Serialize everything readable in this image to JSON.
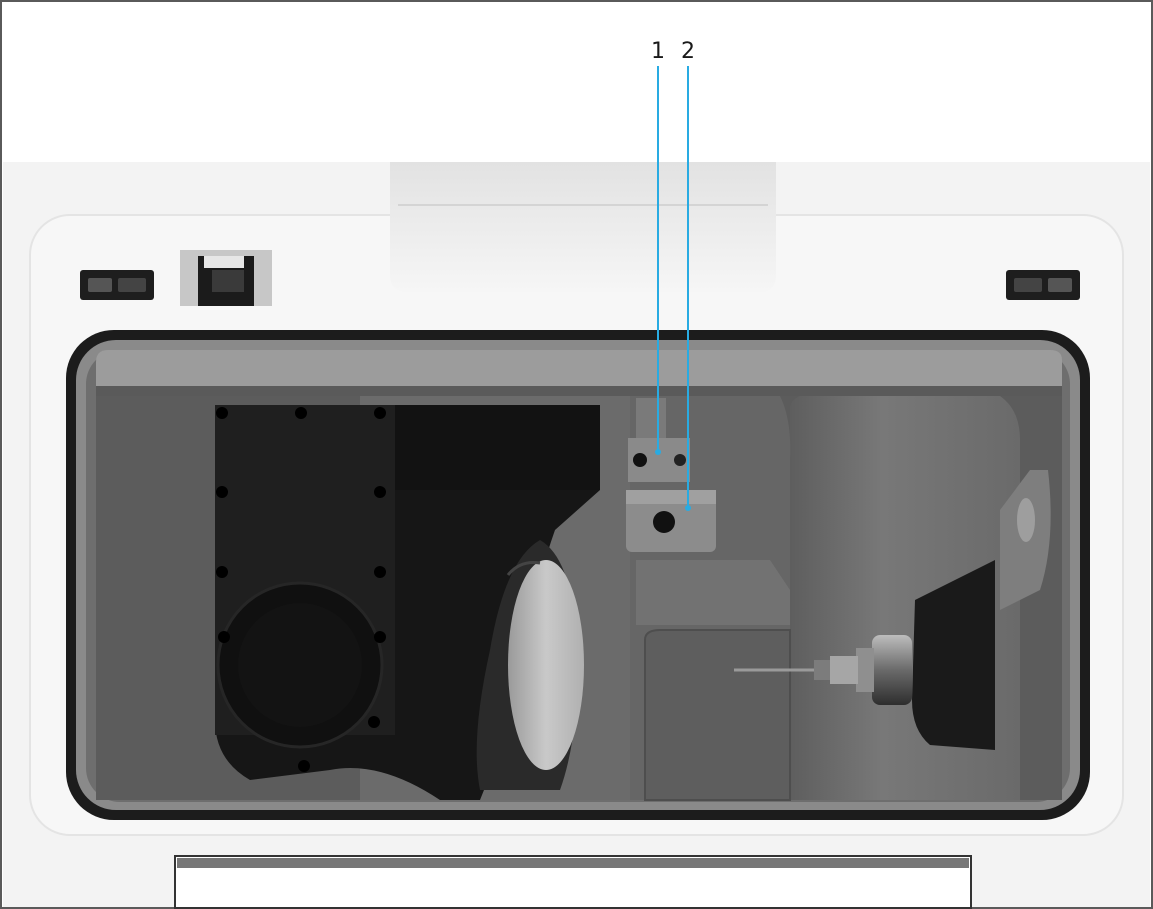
{
  "callouts": [
    {
      "number": "1",
      "target": "upper-holder-block"
    },
    {
      "number": "2",
      "target": "lower-holder-block"
    }
  ],
  "colors": {
    "leader_line": "#29abe2",
    "frame": "#555555",
    "housing": "#f2f2f2",
    "chamber": "#6c6c6c",
    "spindle_unit": "#141414"
  }
}
